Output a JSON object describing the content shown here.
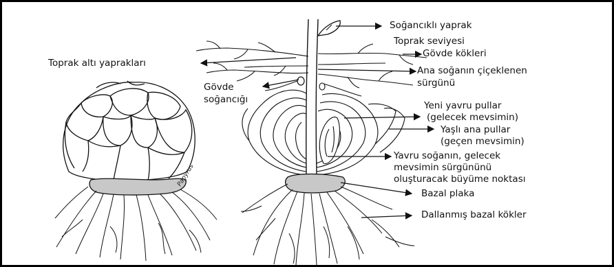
{
  "labels": {
    "sogancikli_yaprak": "Soğancıklı yaprak",
    "toprak_seviyesi": "Toprak seviyesi",
    "govde_kokleri": "Gövde kökleri",
    "toprak_alti_yapraklari": "Toprak altı yaprakları",
    "ana_sogan_line1": "Ana soğanın çiçeklenen",
    "ana_sogan_line2": "sürgünü",
    "govde_sogancigi_line1": "Gövde",
    "govde_sogancigi_line2": "soğancığı",
    "yeni_yavru_line1": "Yeni yavru pullar",
    "yeni_yavru_line2": "(gelecek mevsimin)",
    "yasli_ana_line1": "Yaşlı ana pullar",
    "yasli_ana_line2": "(geçen mevsimin)",
    "yavru_sogan_line1": "Yavru soğanın, gelecek",
    "yavru_sogan_line2": "mevsimin sürgününü",
    "yavru_sogan_line3": "oluşturacak büyüme noktası",
    "bazal_plaka": "Bazal plaka",
    "dallanmis_bazal": "Dallanmış bazal kökler"
  },
  "watermark": "Papyrus",
  "colors": {
    "ink": "#111111",
    "basal_plate": "#c8c8c8",
    "border": "#000000"
  }
}
